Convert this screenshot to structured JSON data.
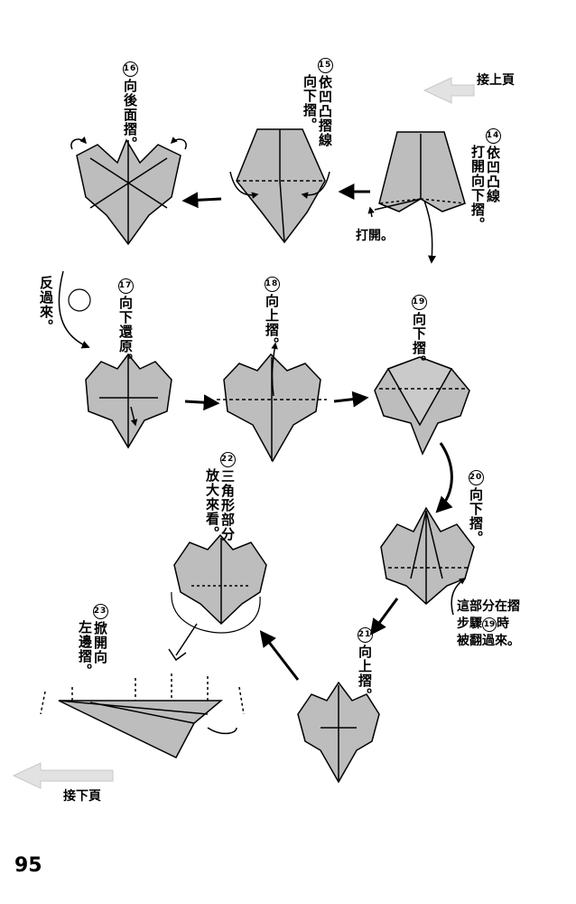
{
  "page_number": "95",
  "nav": {
    "prev": "接上頁",
    "next": "接下頁"
  },
  "steps": {
    "s14": {
      "num": "14",
      "text": "依凹凸線",
      "text2": "打開向下摺。"
    },
    "s14_open": "打開。",
    "s15": {
      "num": "15",
      "text": "依凹凸摺線",
      "text2": "向下摺。"
    },
    "s16": {
      "num": "16",
      "text": "向後面摺。"
    },
    "turn": "反過來。",
    "s17": {
      "num": "17",
      "text": "向下還原。"
    },
    "s18": {
      "num": "18",
      "text": "向上摺。"
    },
    "s19": {
      "num": "19",
      "text": "向下摺。"
    },
    "s20": {
      "num": "20",
      "text": "向下摺。"
    },
    "s20_note": {
      "line1": "這部分在摺",
      "line2_pre": "步驟",
      "line2_num": "19",
      "line2_post": "時",
      "line3": "被翻過來。"
    },
    "s21": {
      "num": "21",
      "text": "向上摺。"
    },
    "s22": {
      "num": "22",
      "text": "三角形部分",
      "text2": "放大來看。"
    },
    "s23": {
      "num": "23",
      "text": "掀開向",
      "text2": "左邊摺。"
    }
  },
  "colors": {
    "paper": "#bdbdbd",
    "line": "#000000",
    "nav_arrow": "#dcdcdc"
  }
}
